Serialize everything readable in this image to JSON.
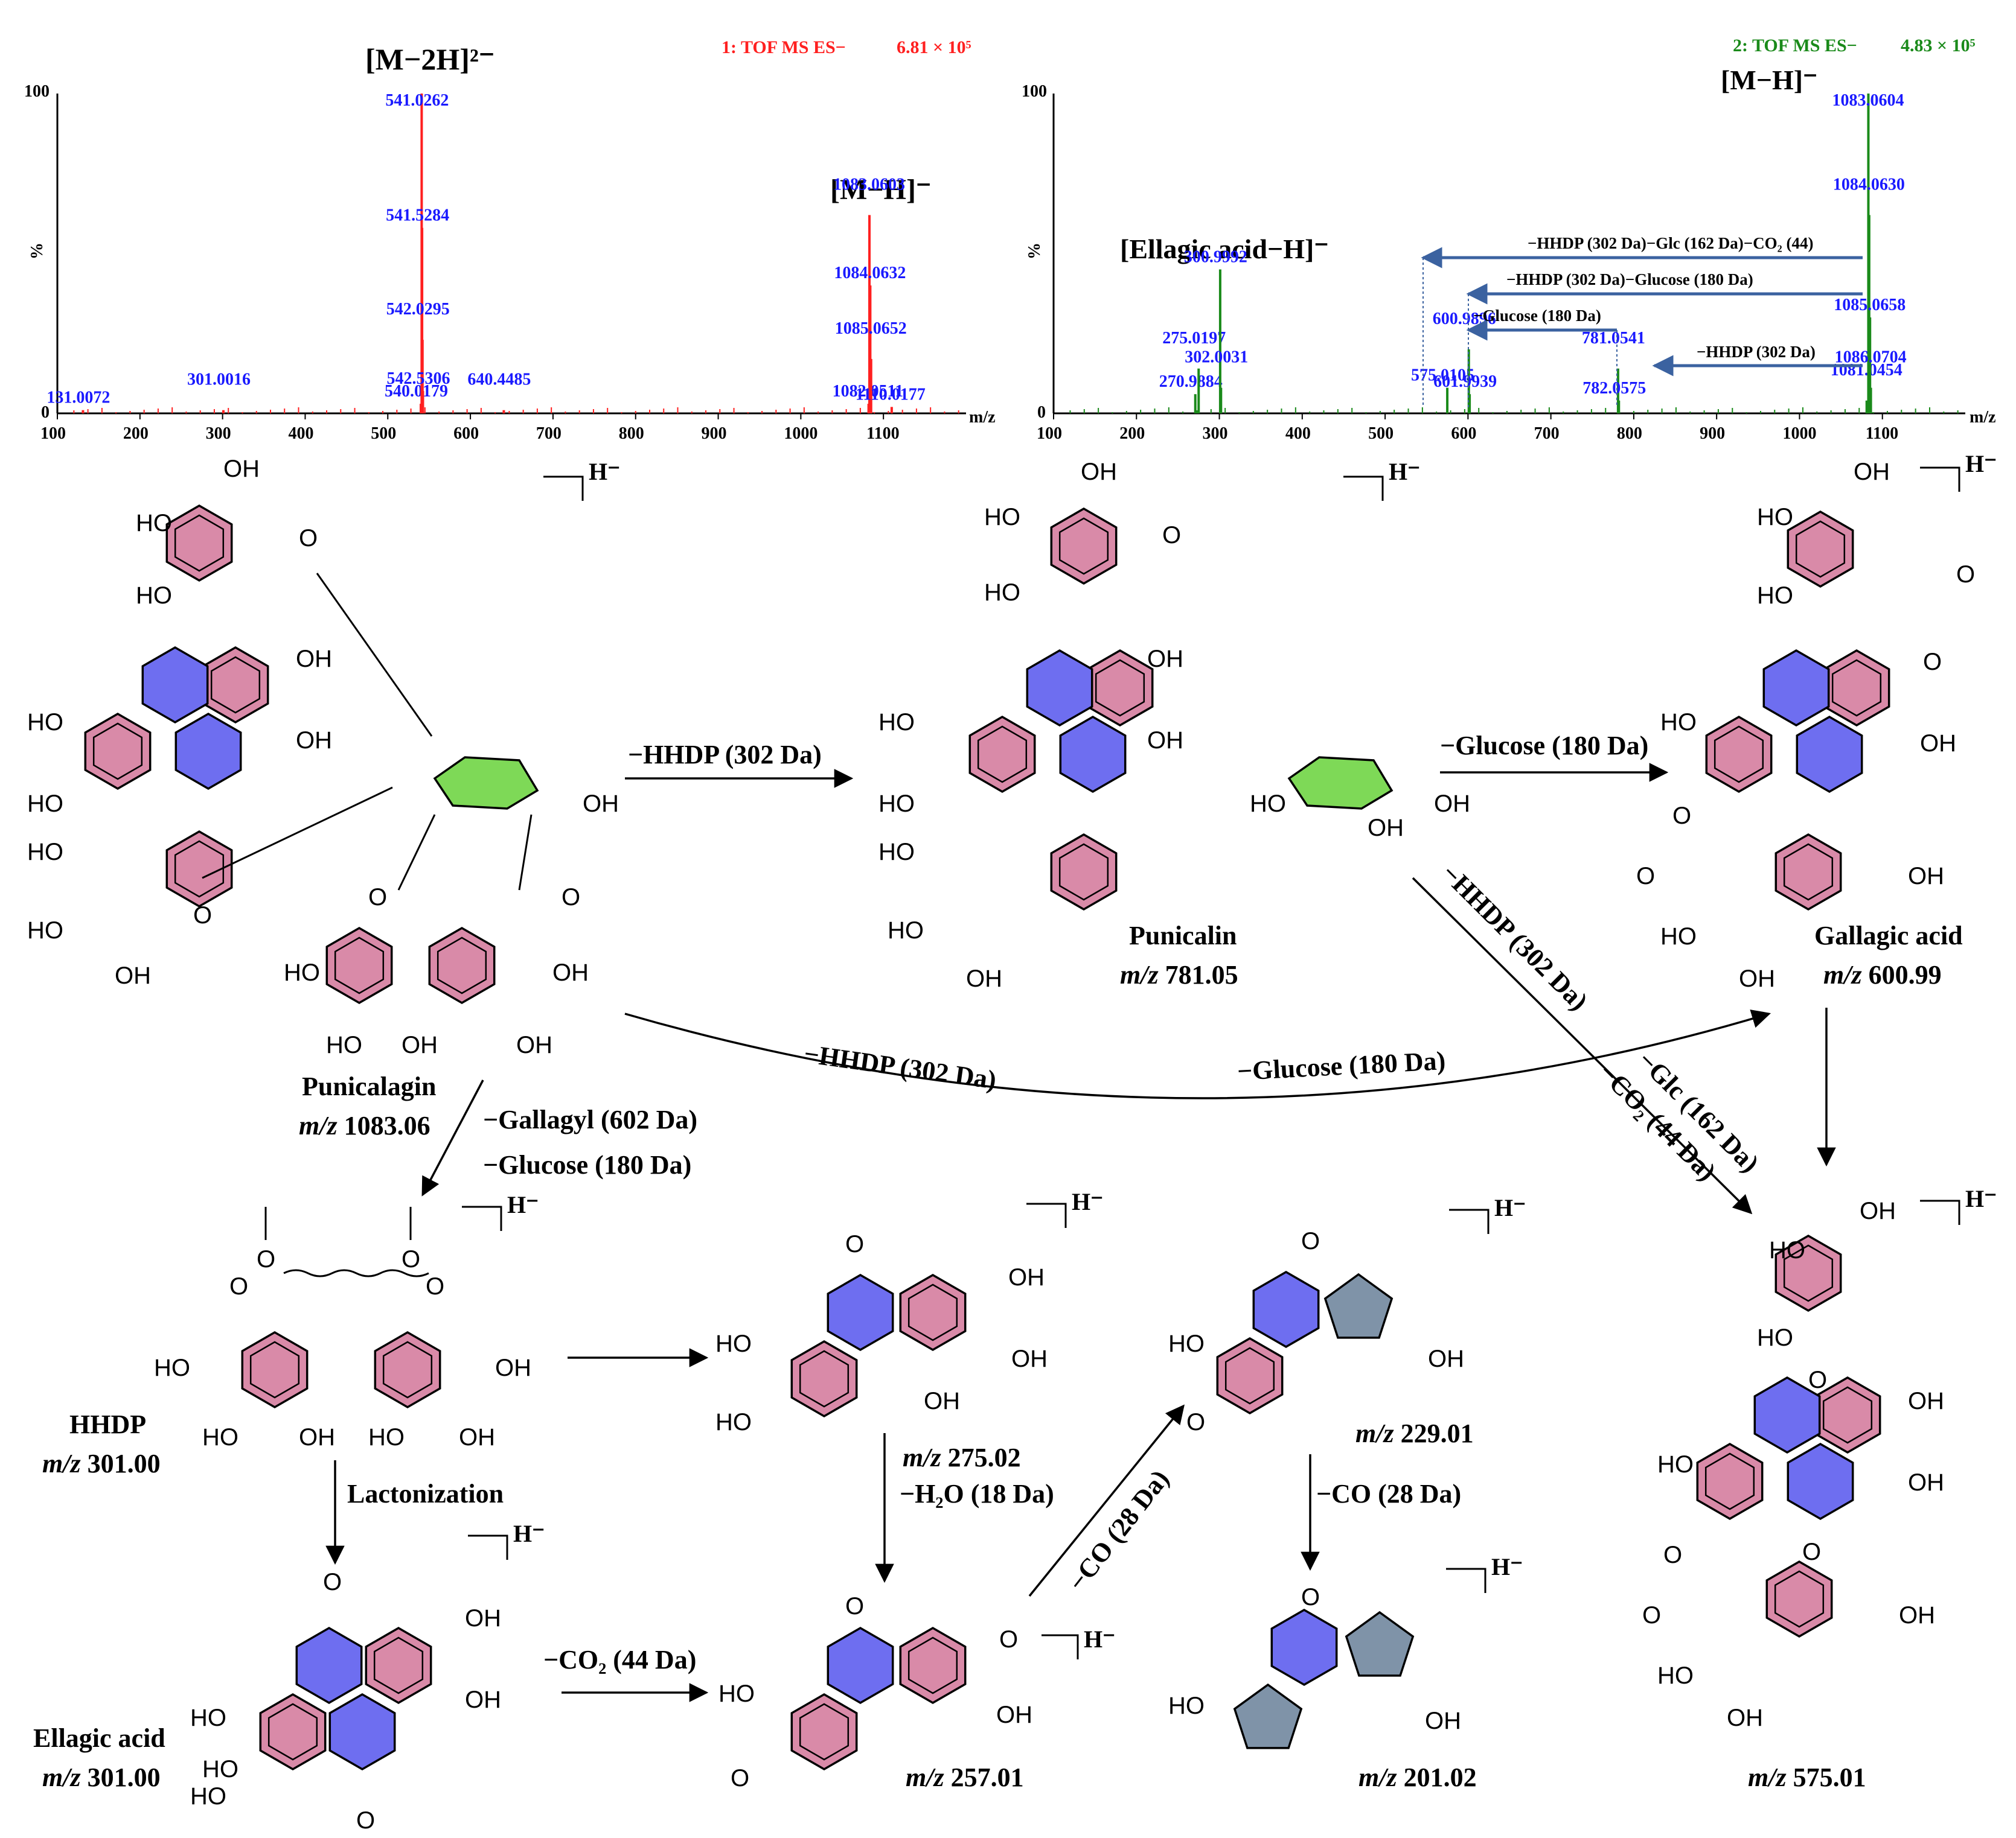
{
  "colors": {
    "spectrum1": "#ff2020",
    "spectrum2": "#1a8a1a",
    "peak_label": "#1a1aff",
    "pink_ring": "#d98aa8",
    "blue_ring": "#6e6ef0",
    "green_ring": "#7ed957",
    "gray_ring": "#7f93a8",
    "nl_arrow": "#3b62a0"
  },
  "icons": [
    "benzene-ring-icon",
    "lactone-ring-icon",
    "glucose-ring-icon",
    "reaction-arrow-icon"
  ],
  "spectrum1": {
    "title": "1: TOF MS ES−",
    "intensity": "6.81 × 10⁵",
    "y_top": "100",
    "y_mid": "%",
    "y_zero": "0",
    "x_unit": "m/z",
    "ion_top": "[M−2H]²⁻",
    "ion_right": "[M−H]⁻"
  },
  "spectrum2": {
    "title": "2: TOF MS ES−",
    "intensity": "4.83 × 10⁵",
    "y_top": "100",
    "y_mid": "%",
    "y_zero": "0",
    "x_unit": "m/z",
    "ion_top": "[M−H]⁻",
    "ion_ellagic": "[Ellagic acid−H]⁻",
    "nl_1": "−HHDP (302 Da)−Glc (162 Da)−CO₂ (44)",
    "nl_2": "−HHDP (302 Da)−Glucose (180 Da)",
    "nl_3": "−Glucose (180 Da)",
    "nl_4": "−HHDP (302 Da)"
  },
  "chart_data": [
    {
      "type": "bar",
      "title": "1: TOF MS ES− 6.81 × 10⁵",
      "xlabel": "m/z",
      "ylabel": "%",
      "xlim": [
        100,
        1200
      ],
      "ylim": [
        0,
        100
      ],
      "x_ticks": [
        100,
        200,
        300,
        400,
        500,
        600,
        700,
        800,
        900,
        1000,
        1100
      ],
      "peaks": [
        {
          "mz": 131.0072,
          "intensity": 1,
          "label": "131.0072"
        },
        {
          "mz": 301.0016,
          "intensity": 1,
          "label": "301.0016"
        },
        {
          "mz": 540.0179,
          "intensity": 3,
          "label": "540.0179"
        },
        {
          "mz": 541.0262,
          "intensity": 100,
          "label": "541.0262"
        },
        {
          "mz": 541.5284,
          "intensity": 58,
          "label": "541.5284"
        },
        {
          "mz": 542.0295,
          "intensity": 23,
          "label": "542.0295"
        },
        {
          "mz": 542.5306,
          "intensity": 7,
          "label": "542.5306"
        },
        {
          "mz": 640.4485,
          "intensity": 1,
          "label": "640.4485"
        },
        {
          "mz": 1082.0511,
          "intensity": 3,
          "label": "1082.0511"
        },
        {
          "mz": 1083.0603,
          "intensity": 62,
          "label": "1083.0603"
        },
        {
          "mz": 1084.0632,
          "intensity": 40,
          "label": "1084.0632"
        },
        {
          "mz": 1085.0652,
          "intensity": 17,
          "label": "1085.0652"
        },
        {
          "mz": 1110.0177,
          "intensity": 2,
          "label": "1110.0177"
        }
      ]
    },
    {
      "type": "bar",
      "title": "2: TOF MS ES− 4.83 × 10⁵",
      "xlabel": "m/z",
      "ylabel": "%",
      "xlim": [
        100,
        1200
      ],
      "ylim": [
        0,
        100
      ],
      "x_ticks": [
        100,
        200,
        300,
        400,
        500,
        600,
        700,
        800,
        900,
        1000,
        1100
      ],
      "peaks": [
        {
          "mz": 270.9884,
          "intensity": 6,
          "label": "270.9884"
        },
        {
          "mz": 275.0197,
          "intensity": 14,
          "label": "275.0197"
        },
        {
          "mz": 300.9992,
          "intensity": 45,
          "label": "300.9992"
        },
        {
          "mz": 302.0031,
          "intensity": 8,
          "label": "302.0031"
        },
        {
          "mz": 575.0105,
          "intensity": 8,
          "label": "575.0105"
        },
        {
          "mz": 600.9896,
          "intensity": 20,
          "label": "600.9896"
        },
        {
          "mz": 601.9939,
          "intensity": 6,
          "label": "601.9939"
        },
        {
          "mz": 781.0541,
          "intensity": 14,
          "label": "781.0541"
        },
        {
          "mz": 782.0575,
          "intensity": 4,
          "label": "782.0575"
        },
        {
          "mz": 1081.0454,
          "intensity": 4,
          "label": "1081.0454"
        },
        {
          "mz": 1083.0604,
          "intensity": 100,
          "label": "1083.0604"
        },
        {
          "mz": 1084.063,
          "intensity": 62,
          "label": "1084.0630"
        },
        {
          "mz": 1085.0658,
          "intensity": 30,
          "label": "1085.0658"
        },
        {
          "mz": 1086.0704,
          "intensity": 8,
          "label": "1086.0704"
        }
      ]
    }
  ],
  "scheme": {
    "charge": "H⁻",
    "mz_prefix": "m/z",
    "punicalagin": {
      "name": "Punicalagin",
      "mz": "1083.06"
    },
    "punicalin": {
      "name": "Punicalin",
      "mz": "781.05"
    },
    "gallagic": {
      "name": "Gallagic acid",
      "mz": "600.99"
    },
    "hhdp": {
      "name": "HHDP",
      "mz": "301.00"
    },
    "ellagic": {
      "name": "Ellagic acid",
      "mz": "301.00"
    },
    "p275": {
      "mz": "275.02"
    },
    "p257": {
      "mz": "257.01"
    },
    "p229": {
      "mz": "229.01"
    },
    "p201": {
      "mz": "201.02"
    },
    "p575": {
      "mz": "575.01"
    },
    "step_hhdp": "−HHDP (302 Da)",
    "step_glucose": "−Glucose (180 Da)",
    "step_curve_hhdp": "−HHDP (302 Da)",
    "step_curve_glucose": "−Glucose (180 Da)",
    "step_gallagyl": "−Gallagyl (602 Da)",
    "step_gallagyl_glc": "−Glucose (180 Da)",
    "step_diag_1": "−HHDP (302 Da)",
    "step_diag_2": "−Glc (162 Da)",
    "step_diag_3": "−CO₂ (44 Da)",
    "lactonization": "Lactonization",
    "step_co2": "−CO₂ (44 Da)",
    "step_h2o": "−H₂O (18 Da)",
    "step_co_1": "−CO (28 Da)",
    "step_co_2": "−CO (28 Da)",
    "oh": "OH",
    "ho": "HO",
    "o": "O"
  }
}
